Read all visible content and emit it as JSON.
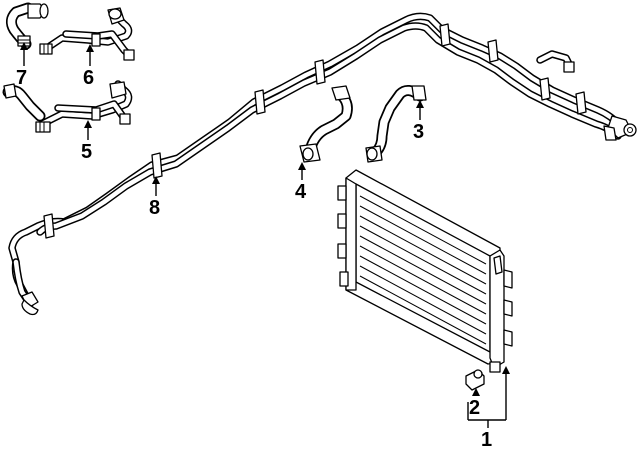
{
  "diagram": {
    "callouts": [
      {
        "id": "1",
        "text": "1"
      },
      {
        "id": "2",
        "text": "2"
      },
      {
        "id": "3",
        "text": "3"
      },
      {
        "id": "4",
        "text": "4"
      },
      {
        "id": "5",
        "text": "5"
      },
      {
        "id": "6",
        "text": "6"
      },
      {
        "id": "7",
        "text": "7"
      },
      {
        "id": "8",
        "text": "8"
      }
    ],
    "colors": {
      "line": "#000000",
      "background": "#ffffff"
    }
  }
}
